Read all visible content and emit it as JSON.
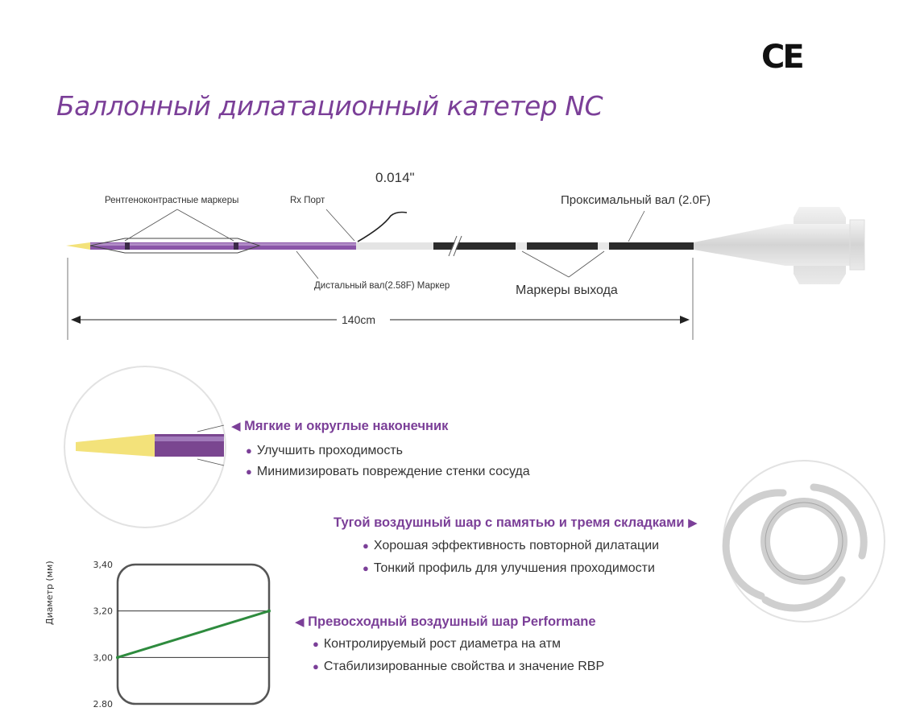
{
  "title": "Баллонный дилатационный катетер NC",
  "ce_mark": "CE",
  "catheter": {
    "label_guidewire": "0.014\"",
    "label_radiopaque": "Рентгеноконтрастные маркеры",
    "label_rx_port": "Rx Порт",
    "label_proximal_shaft": "Проксимальный вал (2.0F)",
    "label_distal_shaft": "Дистальный вал(2.58F) Маркер",
    "label_exit_markers": "Маркеры выхода",
    "label_length": "140cm"
  },
  "features": {
    "tip": {
      "heading": "Мягкие и округлые  наконечник",
      "bullets": [
        "Улучшить проходимость",
        "Минимизировать повреждение стенки сосуда"
      ]
    },
    "balloon_memory": {
      "heading": "Тугой воздушный шар с памятью и тремя складками",
      "bullets": [
        "Хорошая эффективность повторной дилатации",
        "Тонкий профиль для улучшения проходимости"
      ]
    },
    "performance": {
      "heading": "Превосходный воздушный шар Performane",
      "bullets": [
        "Контролируемый рост диаметра на атм",
        "Стабилизированные свойства и значение RBP"
      ]
    }
  },
  "colors": {
    "brand_purple": "#7b3f98",
    "tip_yellow": "#f3e27a",
    "proximal_dark": "#2b2b2b",
    "line_green": "#2e8b3e"
  },
  "chart_data": {
    "type": "line",
    "ylabel": "Диаметр (мм)",
    "xlabel": "",
    "ylim": [
      2.8,
      3.4
    ],
    "yticks": [
      "3,40",
      "3,20",
      "3,00",
      "2.80"
    ],
    "ytick_values": [
      3.4,
      3.2,
      3.0,
      2.8
    ],
    "gridlines": [
      3.2,
      3.0
    ],
    "series": [
      {
        "x": [
          0,
          1
        ],
        "values": [
          3.0,
          3.2
        ]
      }
    ]
  }
}
